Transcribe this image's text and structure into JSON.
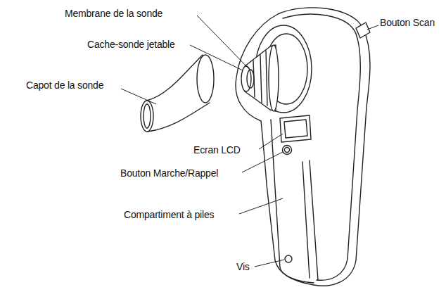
{
  "diagram": {
    "labels": [
      "Membrane de la sonde",
      "Bouton Scan",
      "Cache-sonde jetable",
      "Capot de la sonde",
      "Ecran LCD",
      "Bouton Marche/Rappel",
      "Compartiment à piles",
      "Vis"
    ]
  }
}
